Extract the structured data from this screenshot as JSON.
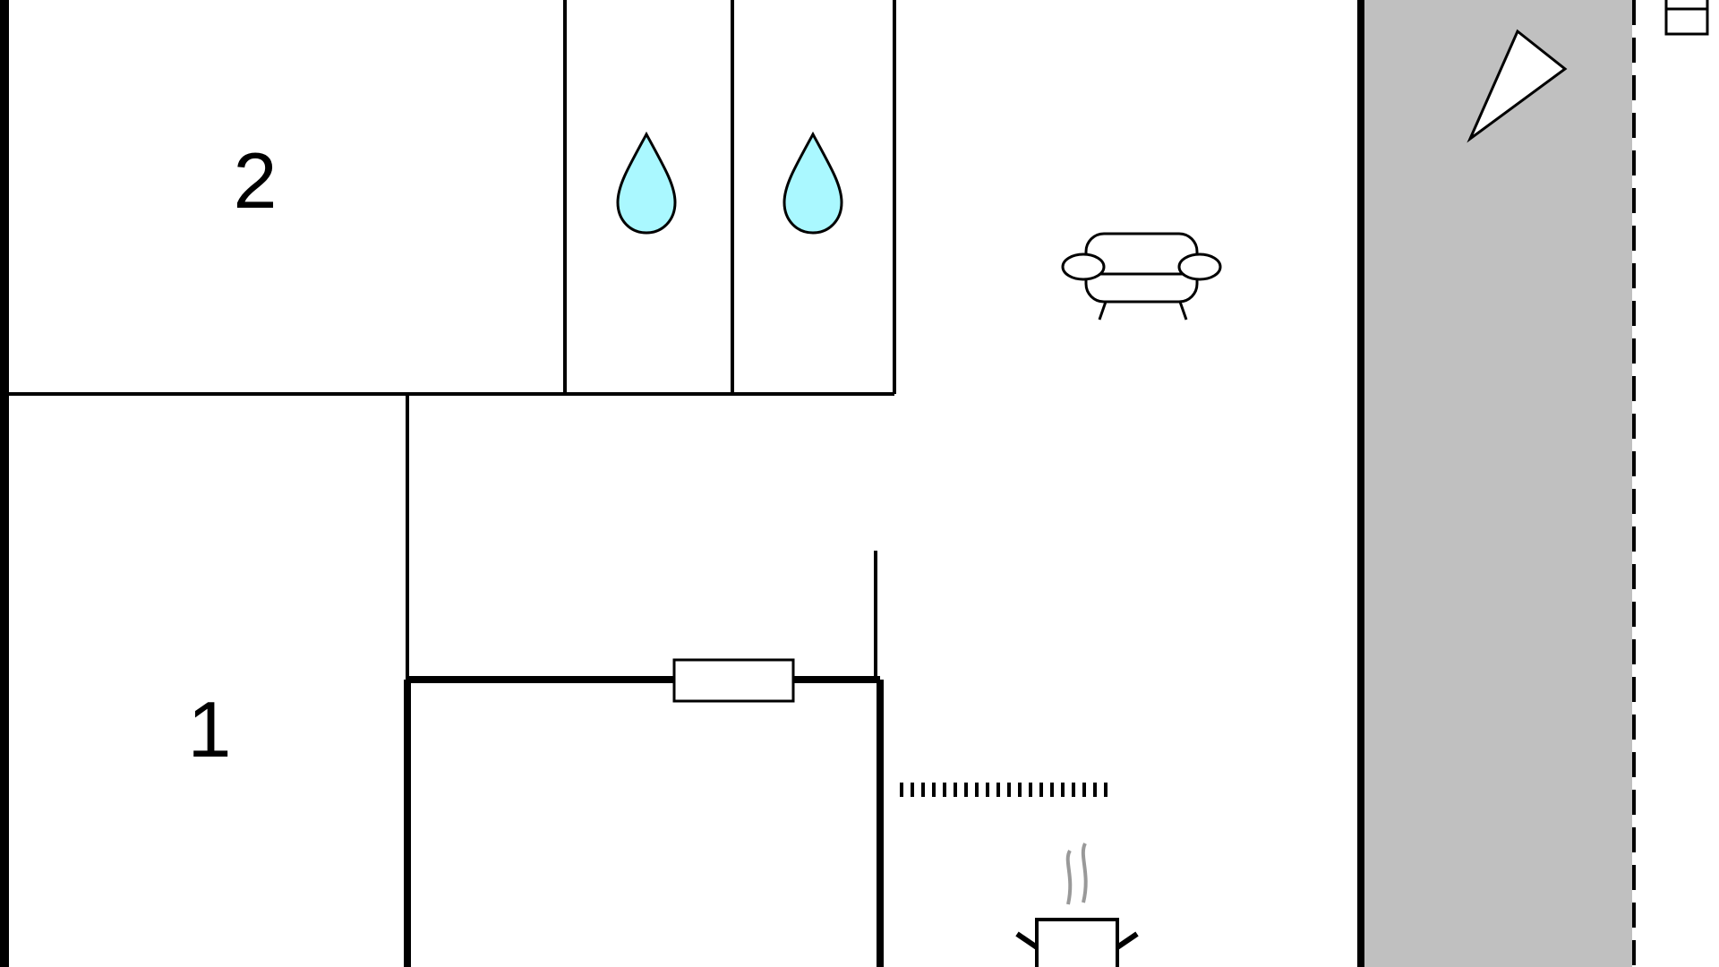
{
  "floor_plan": {
    "rooms": [
      {
        "id": "bedroom-2",
        "label": "2"
      },
      {
        "id": "bedroom-1",
        "label": "1"
      }
    ],
    "icons": {
      "bathrooms": [
        "water-drop-icon",
        "water-drop-icon"
      ],
      "living": "sofa-icon",
      "kitchen": "cooking-pot-icon",
      "orientation": "compass-arrow-icon",
      "terrace_item": "chair-icon"
    },
    "colors": {
      "wall": "#000000",
      "background": "#ffffff",
      "terrace": "#c0c0c0",
      "water": "#aaf8ff",
      "steam": "#999999"
    }
  }
}
